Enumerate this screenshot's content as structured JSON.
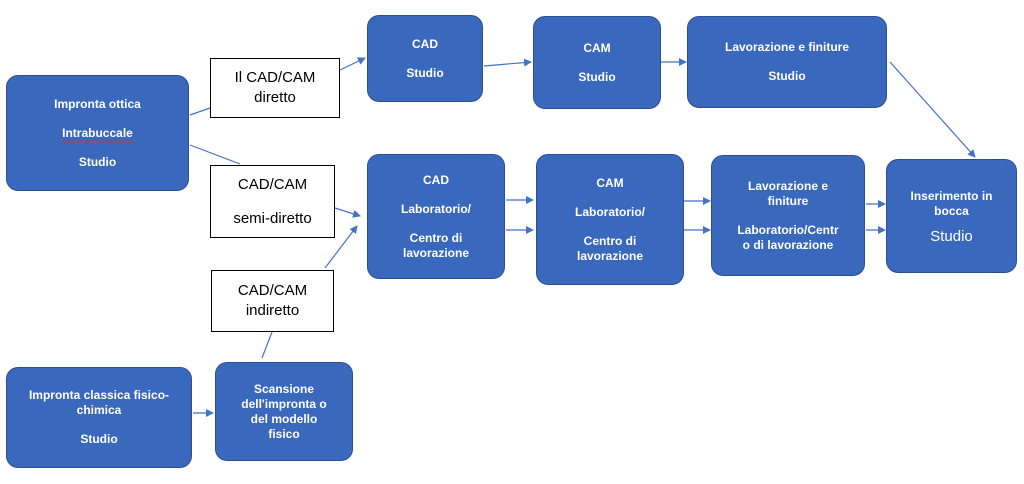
{
  "colors": {
    "box_fill": "#3a68bd",
    "box_border": "#2c4f93",
    "arrow": "#4472c4",
    "label_border": "#000000"
  },
  "nodes": {
    "impronta_ottica": {
      "line1": "Impronta ottica",
      "line2": "Intrabuccale",
      "line3": "Studio"
    },
    "cad_studio": {
      "line1": "CAD",
      "line2": "Studio"
    },
    "cam_studio": {
      "line1": "CAM",
      "line2": "Studio"
    },
    "lav_studio": {
      "line1": "Lavorazione e finiture",
      "line2": "Studio"
    },
    "cad_lab": {
      "line1": "CAD",
      "line2": "Laboratorio/",
      "line3": "Centro di",
      "line4": "lavorazione"
    },
    "cam_lab": {
      "line1": "CAM",
      "line2": "Laboratorio/",
      "line3": "Centro di",
      "line4": "lavorazione"
    },
    "lav_lab": {
      "line1": "Lavorazione e",
      "line2": "finiture",
      "line3": "Laboratorio/Centr",
      "line4": "o di lavorazione"
    },
    "inserimento": {
      "line1": "Inserimento in",
      "line2": "bocca",
      "line3": "Studio"
    },
    "impronta_classica": {
      "line1": "Impronta classica fisico-",
      "line2": "chimica",
      "line3": "Studio"
    },
    "scansione": {
      "line1": "Scansione",
      "line2": "dell'impronta o",
      "line3": "del modello",
      "line4": "fisico"
    }
  },
  "labels": {
    "diretto": {
      "line1": "Il CAD/CAM",
      "line2": "diretto"
    },
    "semi": {
      "line1": "CAD/CAM",
      "line2": "semi-diretto"
    },
    "indiretto": {
      "line1": "CAD/CAM",
      "line2": "indiretto"
    }
  }
}
